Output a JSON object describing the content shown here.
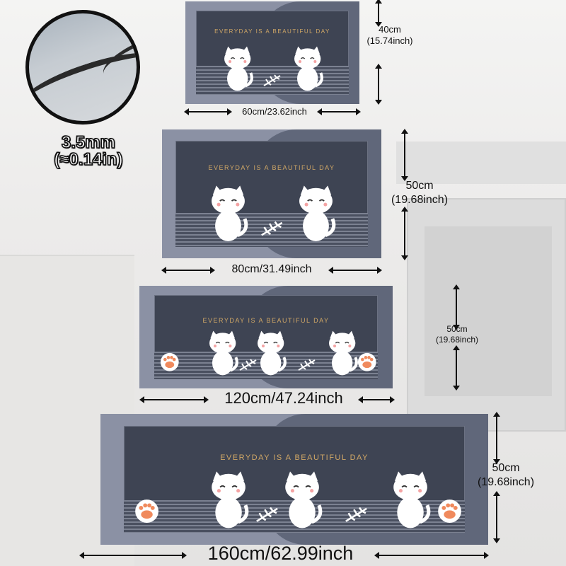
{
  "thickness": {
    "mm": "3.5mm",
    "inch": "(≈0.14in)"
  },
  "mats": [
    {
      "slogan": "EVERYDAY IS A BEAUTIFUL DAY",
      "width": "60cm/23.62inch",
      "height_cm": "40cm",
      "height_in": "(15.74inch)",
      "cats": 2,
      "paws": false
    },
    {
      "slogan": "EVERYDAY IS A BEAUTIFUL DAY",
      "width": "80cm/31.49inch",
      "height_cm": "50cm",
      "height_in": "(19.68inch)",
      "cats": 2,
      "paws": false
    },
    {
      "slogan": "EVERYDAY IS A BEAUTIFUL DAY",
      "width": "120cm/47.24inch",
      "height_cm": "50cm",
      "height_in": "(19.68inch)",
      "cats": 3,
      "paws": true
    },
    {
      "slogan": "EVERYDAY IS A BEAUTIFUL DAY",
      "width": "160cm/62.99inch",
      "height_cm": "50cm",
      "height_in": "(19.68inch)",
      "cats": 3,
      "paws": true
    }
  ],
  "colors": {
    "slogan": "#d0a766",
    "panel": "#3e4453",
    "paw_pad": "#f08a5d"
  }
}
